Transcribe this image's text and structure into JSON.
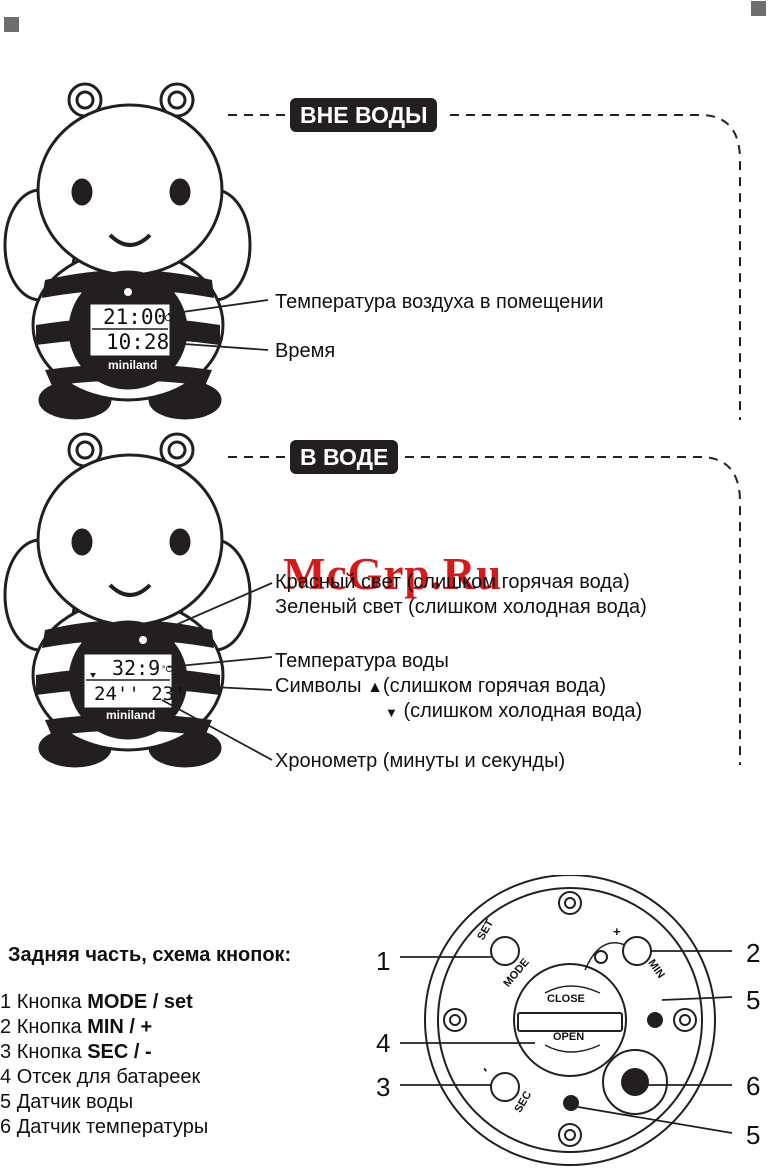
{
  "section_out": {
    "tag": "ВНЕ ВОДЫ"
  },
  "section_in": {
    "tag": "В ВОДЕ"
  },
  "bee_top": {
    "display_line1": "21:00",
    "display_unit": "°C",
    "display_line2": "10:28",
    "brand": "miniland",
    "labels": {
      "room_temp": "Температура воздуха в помещении",
      "time": "Время"
    }
  },
  "bee_bottom": {
    "display_line1": "32:9",
    "display_unit": "°C",
    "display_line2": "24'' 23'",
    "brand": "miniland",
    "labels": {
      "red_light": "Красный свет (слишком горячая вода)",
      "green_light": "Зеленый свет (слишком холодная вода)",
      "water_temp": "Температура воды",
      "symbols_prefix": "Символы",
      "symbols_hot": "(слишком горячая вода)",
      "symbols_cold": "(слишком холодная вода)",
      "chronometer": "Хронометр (минуты и секунды)"
    }
  },
  "watermark": "McGrp.Ru",
  "back": {
    "title": "Задняя часть, схема кнопок:",
    "legend": [
      {
        "num": "1",
        "text": "Кнопка",
        "bold": "MODE / set"
      },
      {
        "num": "2",
        "text": "Кнопка",
        "bold": "MIN / +"
      },
      {
        "num": "3",
        "text": "Кнопка",
        "bold": "SEC / -"
      },
      {
        "num": "4",
        "text": "Отсек для батареек",
        "bold": ""
      },
      {
        "num": "5",
        "text": "Датчик воды",
        "bold": ""
      },
      {
        "num": "6",
        "text": "Датчик температуры",
        "bold": ""
      }
    ],
    "diagram_labels": {
      "set": "SET",
      "mode": "MODE",
      "plus": "+",
      "min": "MIN",
      "minus": "-",
      "sec": "SEC",
      "close": "CLOSE",
      "open": "OPEN"
    },
    "callouts": [
      "1",
      "2",
      "4",
      "5",
      "3",
      "6",
      "5"
    ]
  }
}
